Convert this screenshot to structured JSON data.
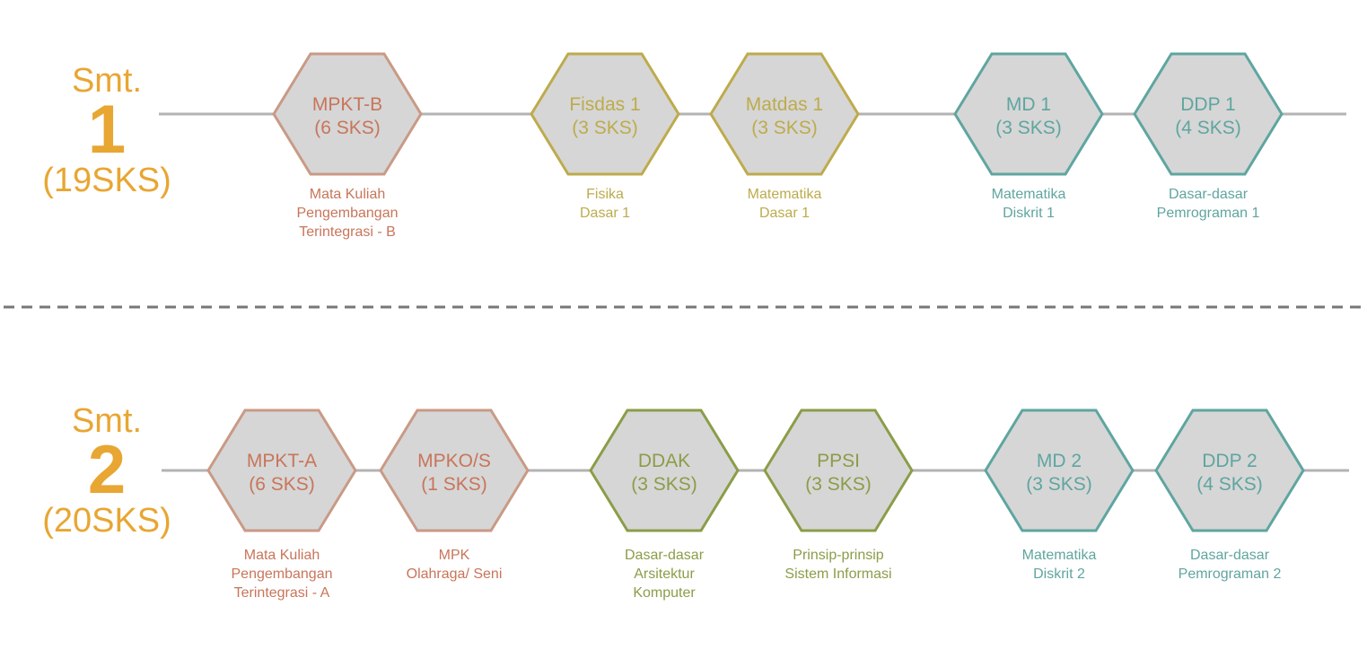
{
  "palette": {
    "mpk": "#c8755a",
    "mpk_stroke": "#c99a85",
    "yellow": "#bdab4c",
    "green": "#8a9d48",
    "teal": "#5fa5a0",
    "hex_fill": "#d6d6d6",
    "line": "#b3b3b3",
    "dash": "#777777",
    "semester": "#e8a632"
  },
  "semesters": [
    {
      "label": "Smt.",
      "number": "1",
      "credits": "(19SKS)",
      "courses": [
        {
          "code": "MPKT-B",
          "sks": "(6 SKS)",
          "name": [
            "Mata Kuliah",
            "Pengembangan",
            "Terintegrasi - B"
          ],
          "color": "mpk"
        },
        {
          "code": "Fisdas 1",
          "sks": "(3 SKS)",
          "name": [
            "Fisika",
            "Dasar 1"
          ],
          "color": "yellow"
        },
        {
          "code": "Matdas 1",
          "sks": "(3 SKS)",
          "name": [
            "Matematika",
            "Dasar 1"
          ],
          "color": "yellow"
        },
        {
          "code": "MD 1",
          "sks": "(3 SKS)",
          "name": [
            "Matematika",
            "Diskrit 1"
          ],
          "color": "teal"
        },
        {
          "code": "DDP 1",
          "sks": "(4 SKS)",
          "name": [
            "Dasar-dasar",
            "Pemrograman 1"
          ],
          "color": "teal"
        }
      ]
    },
    {
      "label": "Smt.",
      "number": "2",
      "credits": "(20SKS)",
      "courses": [
        {
          "code": "MPKT-A",
          "sks": "(6 SKS)",
          "name": [
            "Mata Kuliah",
            "Pengembangan",
            "Terintegrasi - A"
          ],
          "color": "mpk"
        },
        {
          "code": "MPKO/S",
          "sks": "(1 SKS)",
          "name": [
            "MPK",
            "Olahraga/ Seni"
          ],
          "color": "mpk"
        },
        {
          "code": "DDAK",
          "sks": "(3 SKS)",
          "name": [
            "Dasar-dasar",
            "Arsitektur",
            "Komputer"
          ],
          "color": "green"
        },
        {
          "code": "PPSI",
          "sks": "(3 SKS)",
          "name": [
            "Prinsip-prinsip",
            "Sistem Informasi"
          ],
          "color": "green"
        },
        {
          "code": "MD 2",
          "sks": "(3 SKS)",
          "name": [
            "Matematika",
            "Diskrit 2"
          ],
          "color": "teal"
        },
        {
          "code": "DDP 2",
          "sks": "(4 SKS)",
          "name": [
            "Dasar-dasar",
            "Pemrograman 2"
          ],
          "color": "teal"
        }
      ]
    }
  ]
}
